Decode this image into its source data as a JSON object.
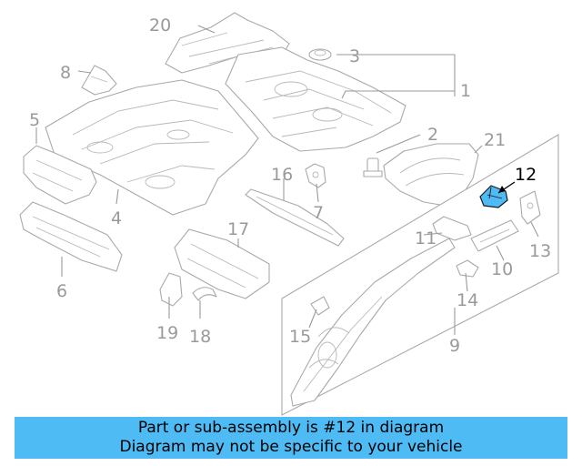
{
  "callouts": {
    "c1": "1",
    "c2": "2",
    "c3": "3",
    "c4": "4",
    "c5": "5",
    "c6": "6",
    "c7": "7",
    "c8": "8",
    "c9": "9",
    "c10": "10",
    "c11": "11",
    "c12": "12",
    "c13": "13",
    "c14": "14",
    "c15": "15",
    "c16": "16",
    "c17": "17",
    "c18": "18",
    "c19": "19",
    "c20": "20",
    "c21": "21"
  },
  "highlight": {
    "part_number": "12",
    "color": "#4fbbf4"
  },
  "banner": {
    "line1": "Part or sub-assembly is #12 in diagram",
    "line2": "Diagram may not be specific to your vehicle",
    "color": "#4fbbf4"
  }
}
